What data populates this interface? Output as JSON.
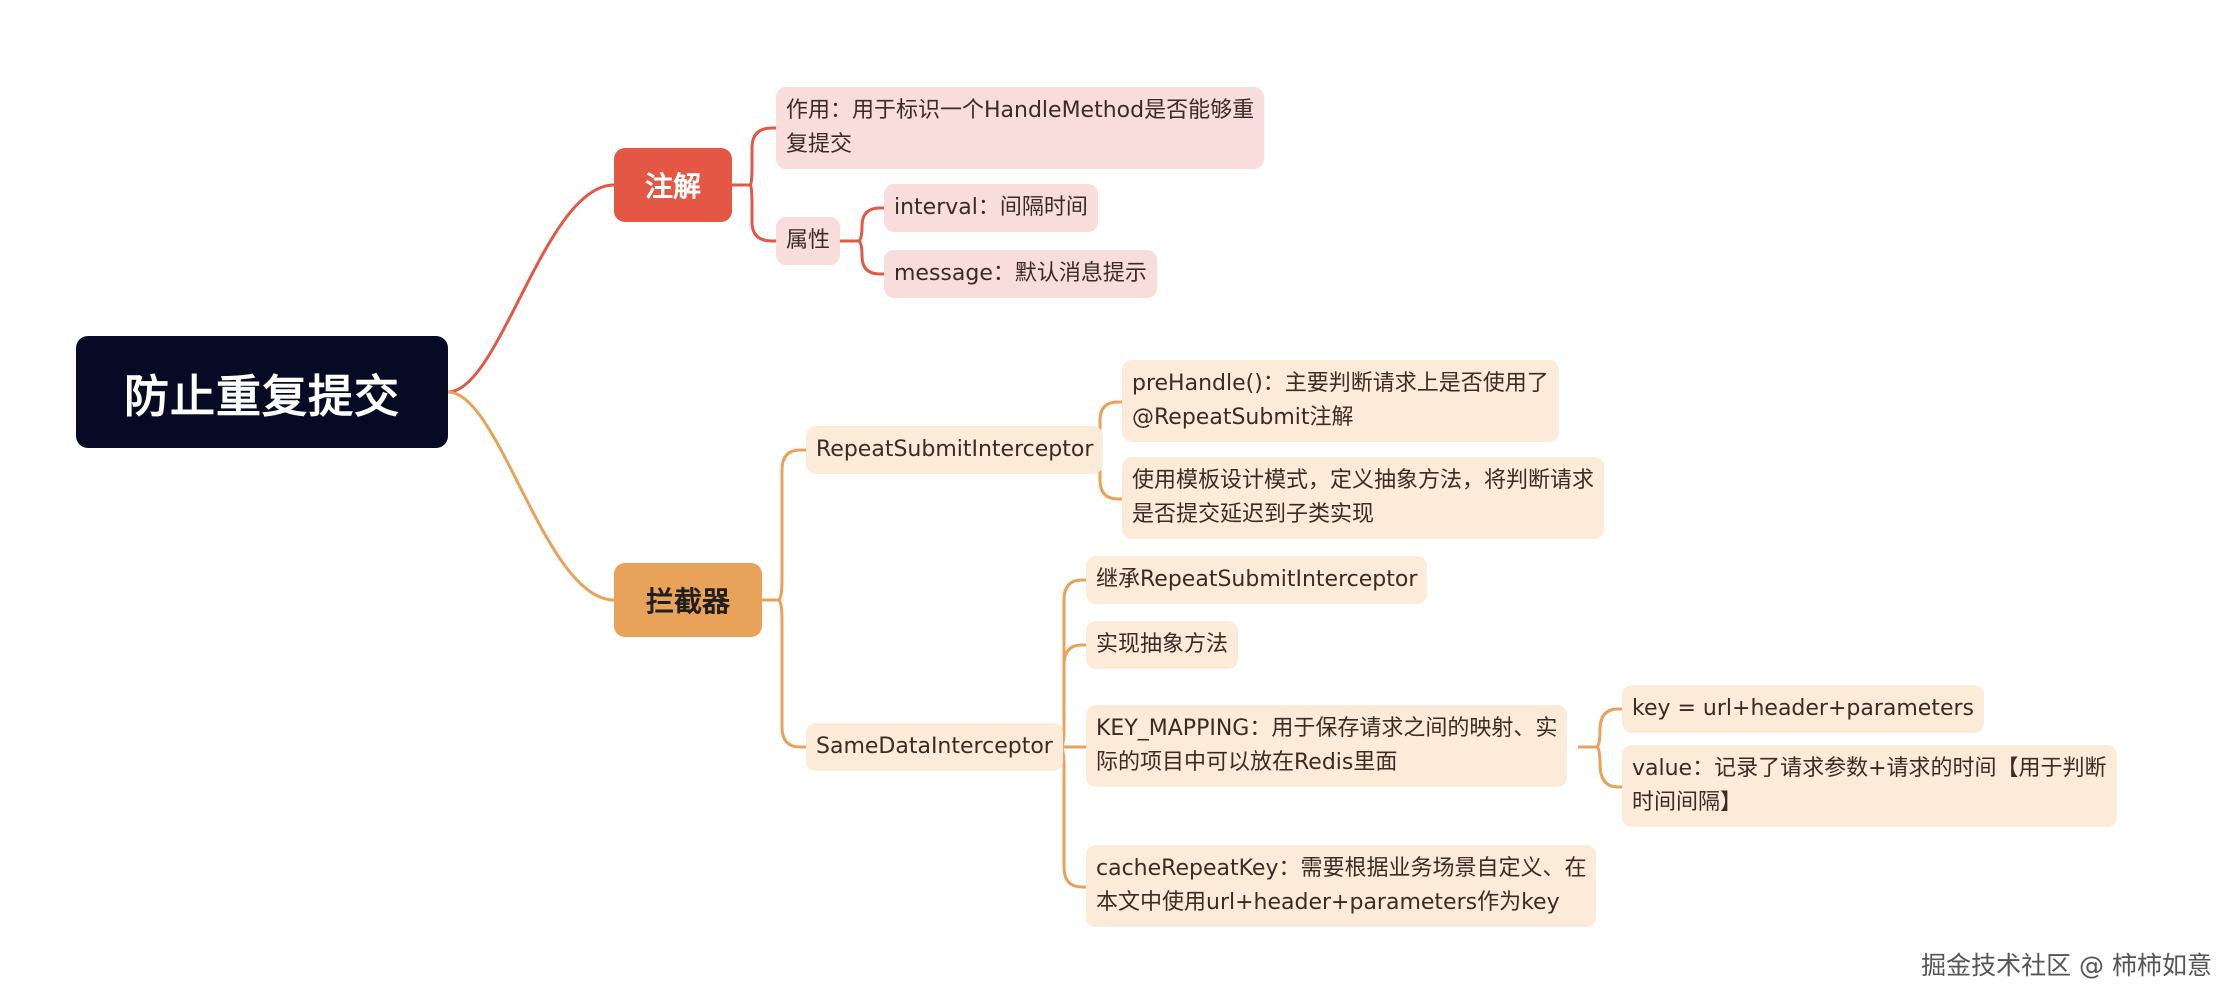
{
  "root": {
    "label": "防止重复提交"
  },
  "branches": {
    "annotation": {
      "label": "注解",
      "purpose": {
        "line1": "作用：用于标识一个HandleMethod是否能够重",
        "line2": "复提交"
      },
      "attributes": {
        "label": "属性",
        "interval": "interval：间隔时间",
        "message": "message：默认消息提示"
      }
    },
    "interceptor": {
      "label": "拦截器",
      "repeat_submit": {
        "label": "RepeatSubmitInterceptor",
        "prehandle": {
          "line1": "preHandle()：主要判断请求上是否使用了",
          "line2": "@RepeatSubmit注解"
        },
        "template": {
          "line1": "使用模板设计模式，定义抽象方法，将判断请求",
          "line2": "是否提交延迟到子类实现"
        }
      },
      "same_data": {
        "label": "SameDataInterceptor",
        "inherit": "继承RepeatSubmitInterceptor",
        "implement": "实现抽象方法",
        "key_mapping": {
          "line1": "KEY_MAPPING：用于保存请求之间的映射、实",
          "line2": "际的项目中可以放在Redis里面",
          "key": "key = url+header+parameters",
          "value": {
            "line1": "value：记录了请求参数+请求的时间【用于判断",
            "line2": "时间间隔】"
          }
        },
        "cache_key": {
          "line1": "cacheRepeatKey：需要根据业务场景自定义、在",
          "line2": "本文中使用url+header+parameters作为key"
        }
      }
    }
  },
  "footer": {
    "credit": "掘金技术社区 @ 柿柿如意"
  },
  "colors": {
    "root": "#070a24",
    "annotation": "#e55745",
    "interceptor": "#e8a259",
    "pink_node": "#f9dcdc",
    "peach_node": "#fcebd8"
  }
}
